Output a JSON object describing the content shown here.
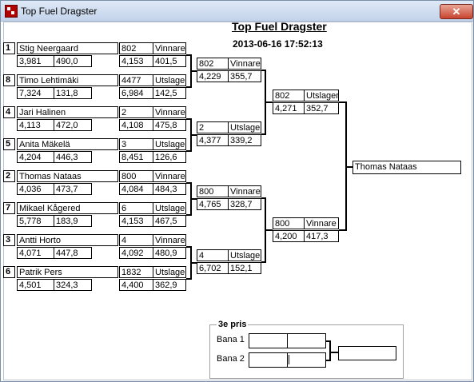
{
  "window": {
    "title": "Top Fuel Dragster",
    "close_glyph": "✕"
  },
  "header": {
    "title": "Top Fuel Dragster",
    "datetime": "2013-06-16 17:52:13"
  },
  "round1": [
    {
      "seed": "1",
      "name": "Stig Neergaard",
      "et": "3,981",
      "speed": "490,0",
      "opp_no": "802",
      "result": "Vinnare",
      "opp_et": "4,153",
      "opp_speed": "401,5"
    },
    {
      "seed": "8",
      "name": "Timo Lehtimäki",
      "et": "7,324",
      "speed": "131,8",
      "opp_no": "4477",
      "result": "Utslagen",
      "opp_et": "6,984",
      "opp_speed": "142,5"
    },
    {
      "seed": "4",
      "name": "Jari Halinen",
      "et": "4,113",
      "speed": "472,0",
      "opp_no": "2",
      "result": "Vinnare",
      "opp_et": "4,108",
      "opp_speed": "475,8"
    },
    {
      "seed": "5",
      "name": "Anita Mäkelä",
      "et": "4,204",
      "speed": "446,3",
      "opp_no": "3",
      "result": "Utslagen",
      "opp_et": "8,451",
      "opp_speed": "126,6"
    },
    {
      "seed": "2",
      "name": "Thomas Nataas",
      "et": "4,036",
      "speed": "473,7",
      "opp_no": "800",
      "result": "Vinnare",
      "opp_et": "4,084",
      "opp_speed": "484,3"
    },
    {
      "seed": "7",
      "name": "Mikael Kågered",
      "et": "5,778",
      "speed": "183,9",
      "opp_no": "6",
      "result": "Utslagen",
      "opp_et": "4,153",
      "opp_speed": "467,5"
    },
    {
      "seed": "3",
      "name": "Antti Horto",
      "et": "4,071",
      "speed": "447,8",
      "opp_no": "4",
      "result": "Vinnare",
      "opp_et": "4,092",
      "opp_speed": "480,9"
    },
    {
      "seed": "6",
      "name": "Patrik Pers",
      "et": "4,501",
      "speed": "324,3",
      "opp_no": "1832",
      "result": "Utslagen",
      "opp_et": "4,400",
      "opp_speed": "362,9"
    }
  ],
  "round2": [
    {
      "no": "802",
      "result": "Vinnare",
      "et": "4,229",
      "speed": "355,7"
    },
    {
      "no": "2",
      "result": "Utslagen",
      "et": "4,377",
      "speed": "339,2"
    },
    {
      "no": "800",
      "result": "Vinnare",
      "et": "4,765",
      "speed": "328,7"
    },
    {
      "no": "4",
      "result": "Utslagen",
      "et": "6,702",
      "speed": "152,1"
    }
  ],
  "semis": [
    {
      "no": "802",
      "result": "Utslagen",
      "et": "4,271",
      "speed": "352,7"
    },
    {
      "no": "800",
      "result": "Vinnare",
      "et": "4,200",
      "speed": "417,3"
    }
  ],
  "winner": "Thomas Nataas",
  "third_place": {
    "title": "3e pris",
    "lane1": "Bana 1",
    "lane2": "Bana 2"
  }
}
